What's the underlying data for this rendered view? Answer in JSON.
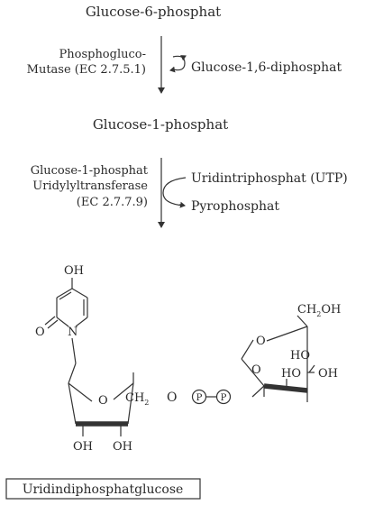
{
  "pathway": {
    "start_compound": "Glucose-6-phosphat",
    "step1": {
      "enzyme_line1": "Phosphogluco-",
      "enzyme_line2": "Mutase (EC 2.7.5.1)",
      "cofactor": "Glucose-1,6-diphosphat"
    },
    "intermediate": "Glucose-1-phosphat",
    "step2": {
      "enzyme_line1": "Glucose-1-phosphat",
      "enzyme_line2": "Uridylyltransferase",
      "enzyme_line3": "(EC 2.7.7.9)",
      "substrate_in": "Uridintriphosphat (UTP)",
      "product_out": "Pyrophosphat"
    }
  },
  "structure": {
    "uracil": {
      "oh": "OH",
      "o": "O",
      "n": "N"
    },
    "ribose": {
      "ring_o": "O",
      "ch2": "CH",
      "ch2_sub": "2",
      "oh_left": "OH",
      "oh_right": "OH"
    },
    "linker": {
      "o": "O",
      "p1": "P",
      "p2": "P"
    },
    "glucose": {
      "ch2oh_ch": "CH",
      "ch2oh_sub": "2",
      "ch2oh_oh": "OH",
      "ring_o": "O",
      "o_left": "O",
      "ho_top": "HO",
      "oh_side": "OH",
      "ho_bottom": "HO"
    }
  },
  "product_label": "Uridindiphosphatglucose"
}
